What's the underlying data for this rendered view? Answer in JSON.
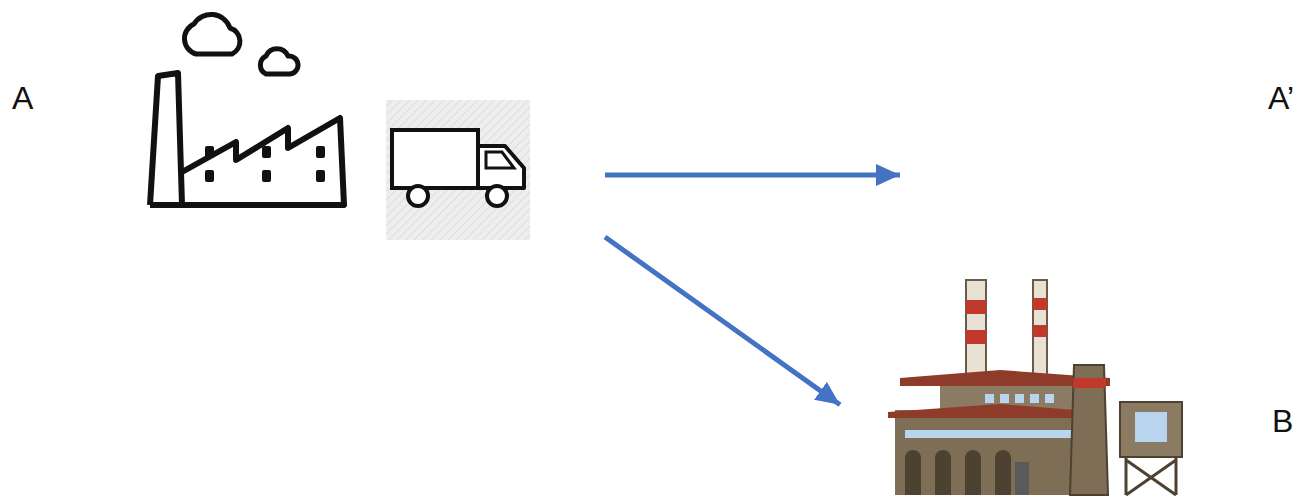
{
  "diagram": {
    "nodes": [
      {
        "text": [
          "A"
        ]
      },
      {
        "text": [
          "A’"
        ]
      },
      {
        "text": [
          "B"
        ]
      }
    ],
    "edges": [
      {
        "from": 0,
        "to": 1,
        "arrow": "to"
      },
      {
        "from": 0,
        "to": 2,
        "arrow": "to"
      }
    ]
  }
}
